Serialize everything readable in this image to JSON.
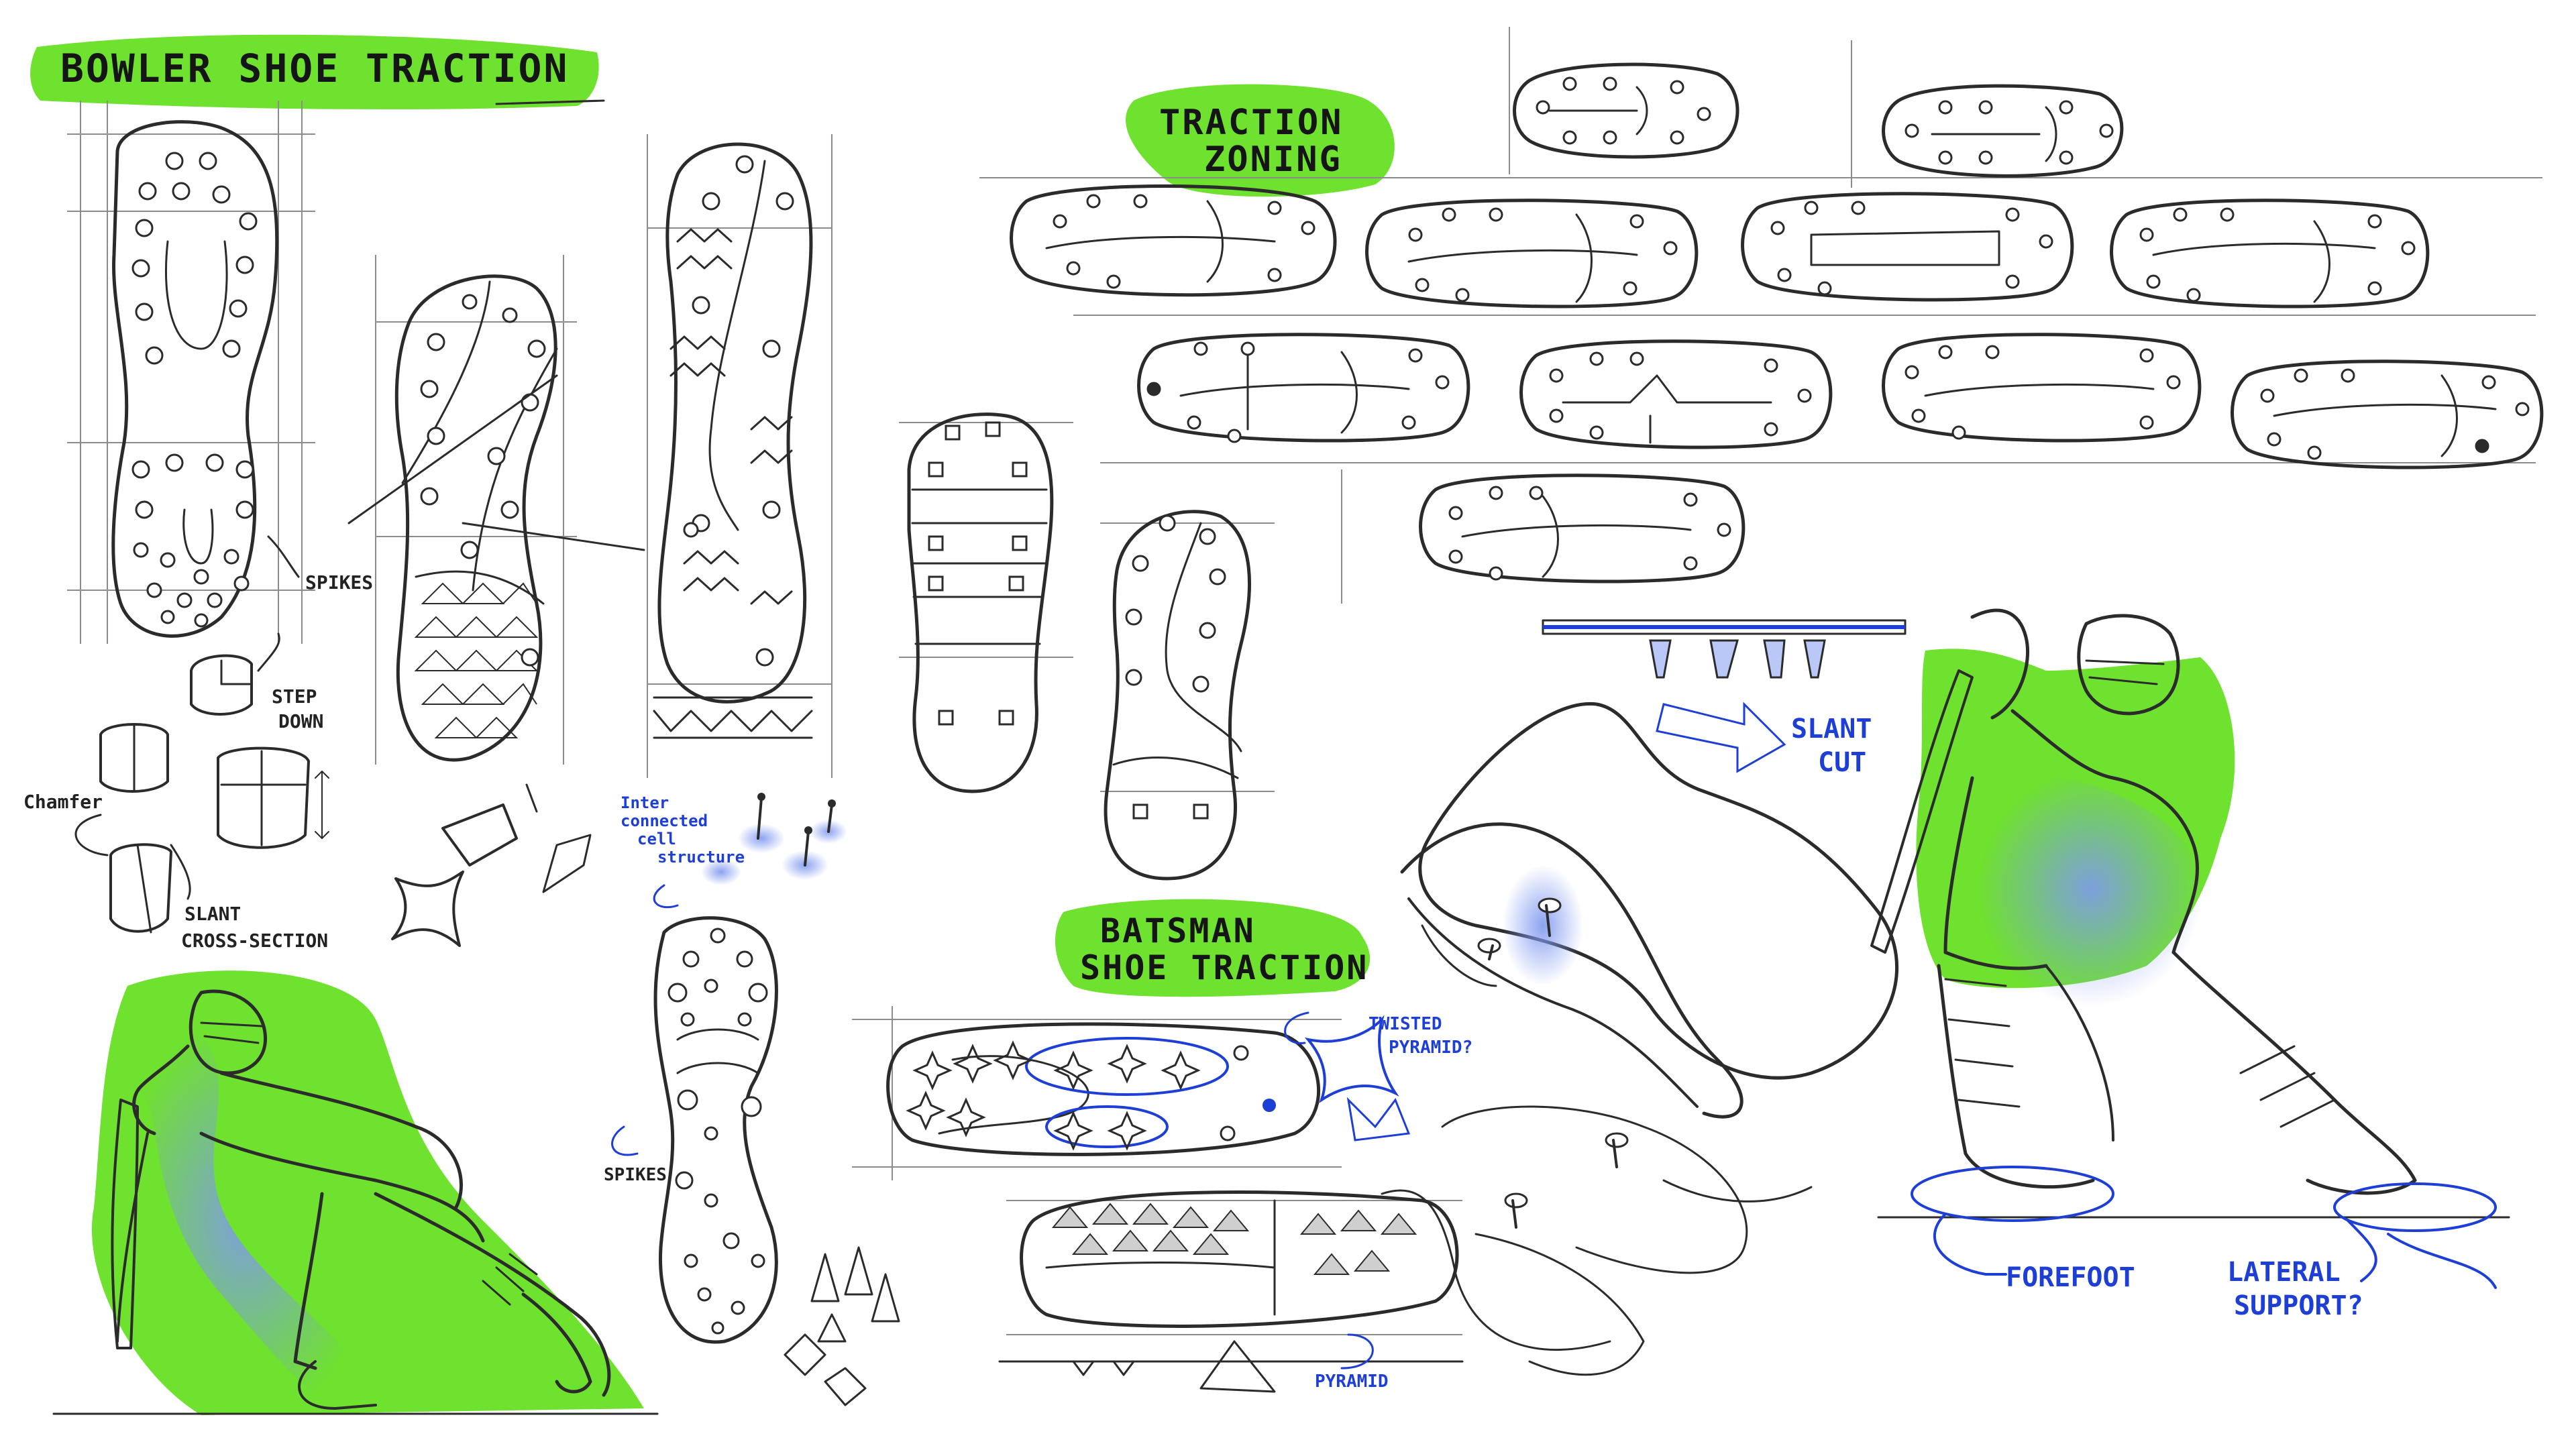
{
  "colors": {
    "highlight": "#6fe12f",
    "ink": "#2b2b2b",
    "sketch_blue": "#1e3fd6",
    "shade_blue": "#8ea6f2",
    "paper": "#ffffff"
  },
  "titles": {
    "bowler": "BOWLER SHOE TRACTION",
    "zoning_1": "TRACTION",
    "zoning_2": "ZONING",
    "batsman_1": "BATSMAN",
    "batsman_2": "SHOE TRACTION"
  },
  "labels": {
    "spikes_left": "SPIKES",
    "step_1": "STEP",
    "step_2": "DOWN",
    "chamfer": "Chamfer",
    "slant_1": "SLANT",
    "slant_2": "CROSS-SECTION",
    "spikes_mid": "SPIKES"
  },
  "blue_labels": {
    "inter_1": "Inter",
    "inter_2": "connected",
    "inter_3": "cell",
    "inter_4": "structure",
    "slant_cut_1": "SLANT",
    "slant_cut_2": "CUT",
    "twisted_1": "TWISTED",
    "twisted_2": "PYRAMID?",
    "pyramid": "PYRAMID",
    "forefoot": "FOREFOOT",
    "lateral_1": "LATERAL",
    "lateral_2": "SUPPORT?"
  },
  "icons": [
    "sole-sketch-icon",
    "stud-icon",
    "spike-icon",
    "batsman-figure-icon",
    "pyramid-spike-icon",
    "arrow-icon"
  ]
}
